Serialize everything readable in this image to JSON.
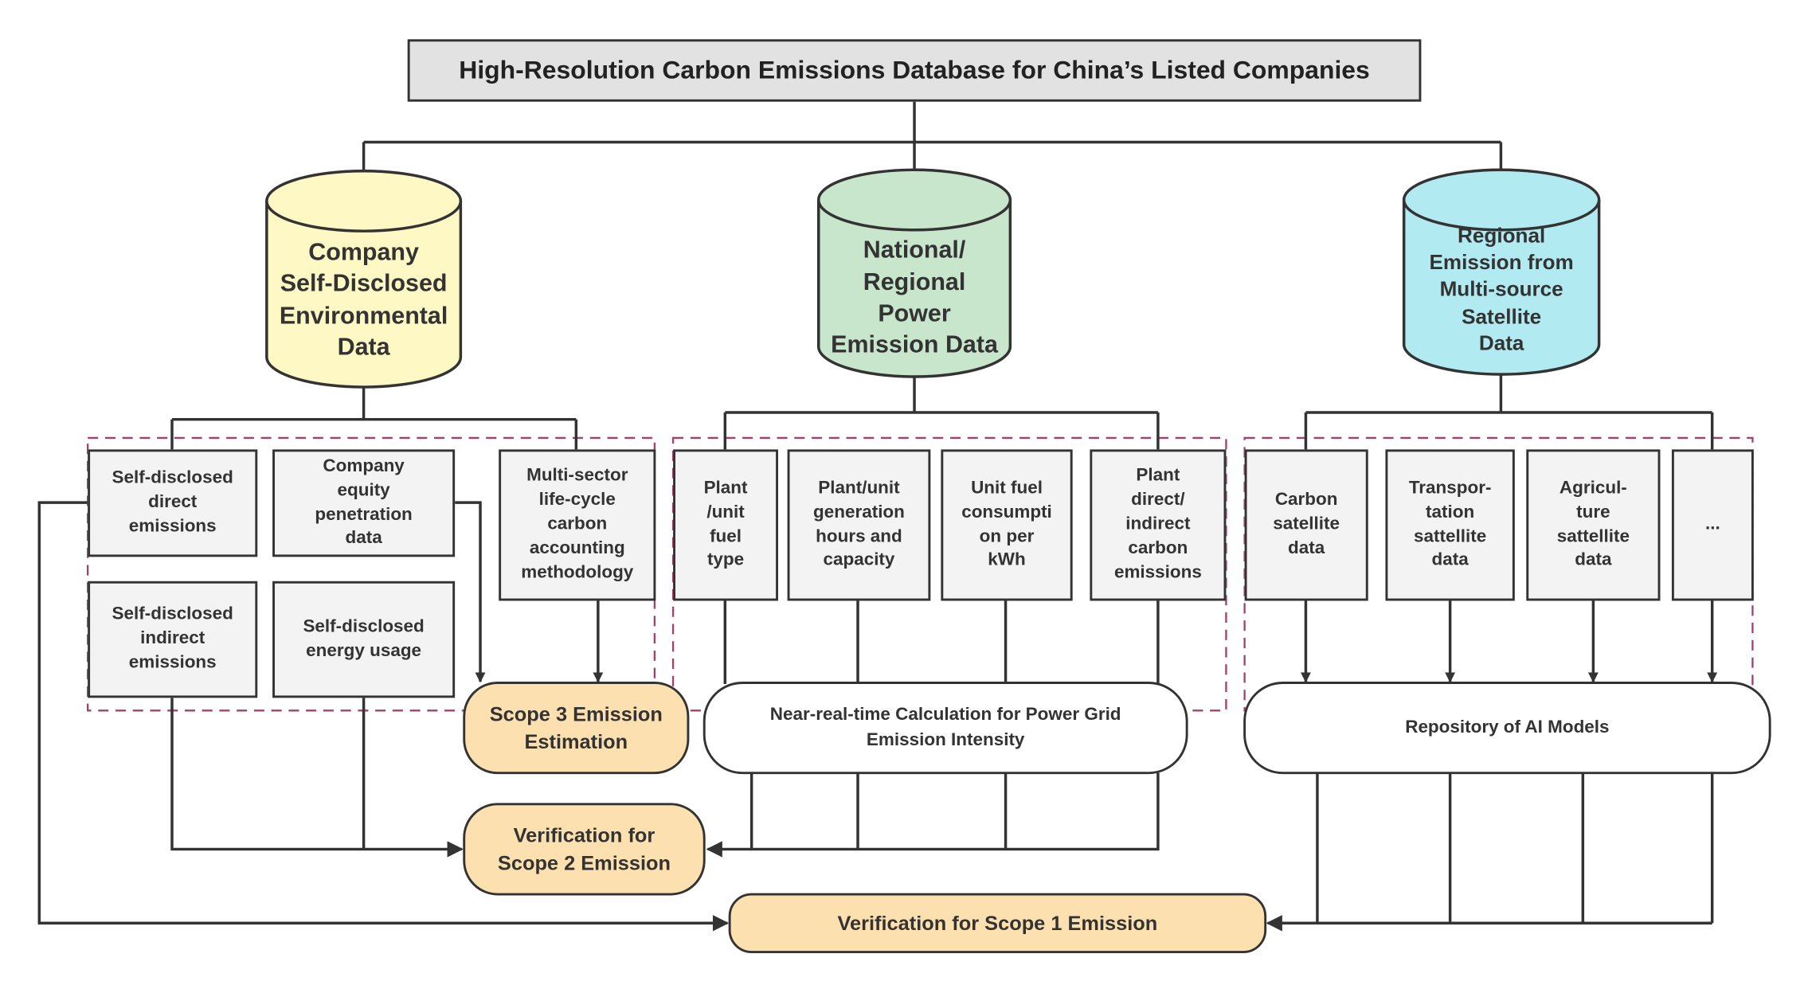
{
  "title": "High-Resolution Carbon Emissions Database for China’s Listed Companies",
  "colors": {
    "yellow_cylinder": "#fdf8c4",
    "green_cylinder": "#c8e6cc",
    "blue_cylinder": "#b2eaf2",
    "orange_node": "#fde0b0",
    "dashed_border": "#a3406e",
    "box_fill": "#f3f3f3",
    "line": "#333333"
  },
  "sources": {
    "company": [
      "Company",
      "Self-Disclosed",
      "Environmental",
      "Data"
    ],
    "power": [
      "National/",
      "Regional",
      "Power",
      "Emission Data"
    ],
    "satellite": [
      "Regional",
      "Emission from",
      "Multi-source",
      "Satellite",
      "Data"
    ]
  },
  "company_items": {
    "direct": [
      "Self-disclosed",
      "direct",
      "emissions"
    ],
    "equity": [
      "Company",
      "equity",
      "penetration",
      "data"
    ],
    "lifecycle": [
      "Multi-sector",
      "life-cycle",
      "carbon",
      "accounting",
      "methodology"
    ],
    "indirect": [
      "Self-disclosed",
      "indirect",
      "emissions"
    ],
    "energy": [
      "Self-disclosed",
      "energy usage"
    ]
  },
  "power_items": {
    "fuel_type": [
      "Plant",
      "/unit",
      "fuel",
      "type"
    ],
    "gen_hours": [
      "Plant/unit",
      "generation",
      "hours and",
      "capacity"
    ],
    "fuel_consumption": [
      "Unit fuel",
      "consumpti",
      "on per",
      "kWh"
    ],
    "plant_emissions": [
      "Plant",
      "direct/",
      "indirect",
      "carbon",
      "emissions"
    ]
  },
  "satellite_items": {
    "carbon": [
      "Carbon",
      "satellite",
      "data"
    ],
    "transport": [
      "Transpor-",
      "tation",
      "sattellite",
      "data"
    ],
    "agri": [
      "Agricul-",
      "ture",
      "sattellite",
      "data"
    ],
    "more": [
      "..."
    ]
  },
  "process": {
    "scope3": [
      "Scope 3 Emission",
      "Estimation"
    ],
    "grid": [
      "Near-real-time Calculation for Power Grid",
      "Emission Intensity"
    ],
    "ai": [
      "Repository of AI Models"
    ],
    "scope2": [
      "Verification for",
      "Scope 2 Emission"
    ],
    "scope1": [
      "Verification for Scope 1 Emission"
    ]
  }
}
